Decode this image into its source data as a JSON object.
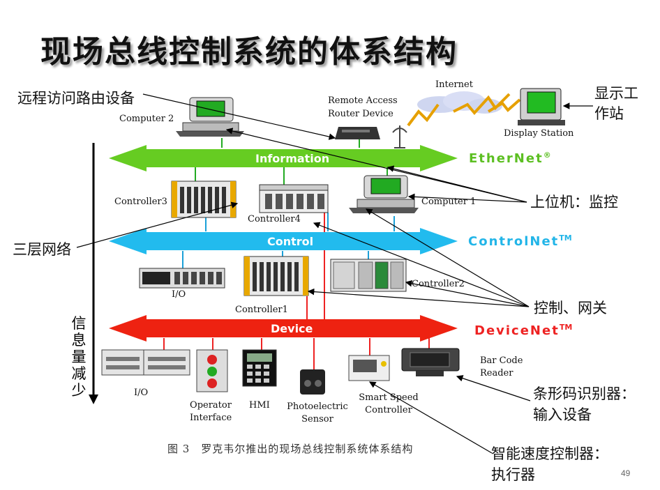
{
  "title": "现场总线控制系统的体系结构",
  "annotations": {
    "remote_access": "远程访问路由设备",
    "display_workstation": "显示工作站",
    "host_monitor": "上位机：监控",
    "three_layer": "三层网络",
    "control_gateway": "控制、网关",
    "info_decrease": "信息量减少",
    "barcode_reader_cn": "条形码识别器：输入设备",
    "smart_speed_cn": "智能速度控制器：执行器"
  },
  "networks": {
    "information": {
      "band": "Information",
      "name": "EtherNet",
      "mark": "®",
      "color": "#66cc22"
    },
    "control": {
      "band": "Control",
      "name": "ControlNet",
      "mark": "TM",
      "color": "#22bbee"
    },
    "device": {
      "band": "Device",
      "name": "DeviceNet",
      "mark": "TM",
      "color": "#ee2211"
    }
  },
  "devices": {
    "internet": "Internet",
    "remote_router": "Remote Access Router Device",
    "computer2": "Computer 2",
    "display_station": "Display Station",
    "controller3": "Controller3",
    "controller4": "Controller4",
    "computer1": "Computer 1",
    "io_top": "I/O",
    "controller1": "Controller1",
    "controller2": "Controller2",
    "io_bottom": "I/O",
    "operator_interface": "Operator Interface",
    "hmi": "HMI",
    "photo_sensor": "Photoelectric Sensor",
    "smart_speed": "Smart Speed Controller",
    "barcode": "Bar Code Reader"
  },
  "caption": "图 3　罗克韦尔推出的现场总线控制系统体系结构",
  "page_number": "49"
}
